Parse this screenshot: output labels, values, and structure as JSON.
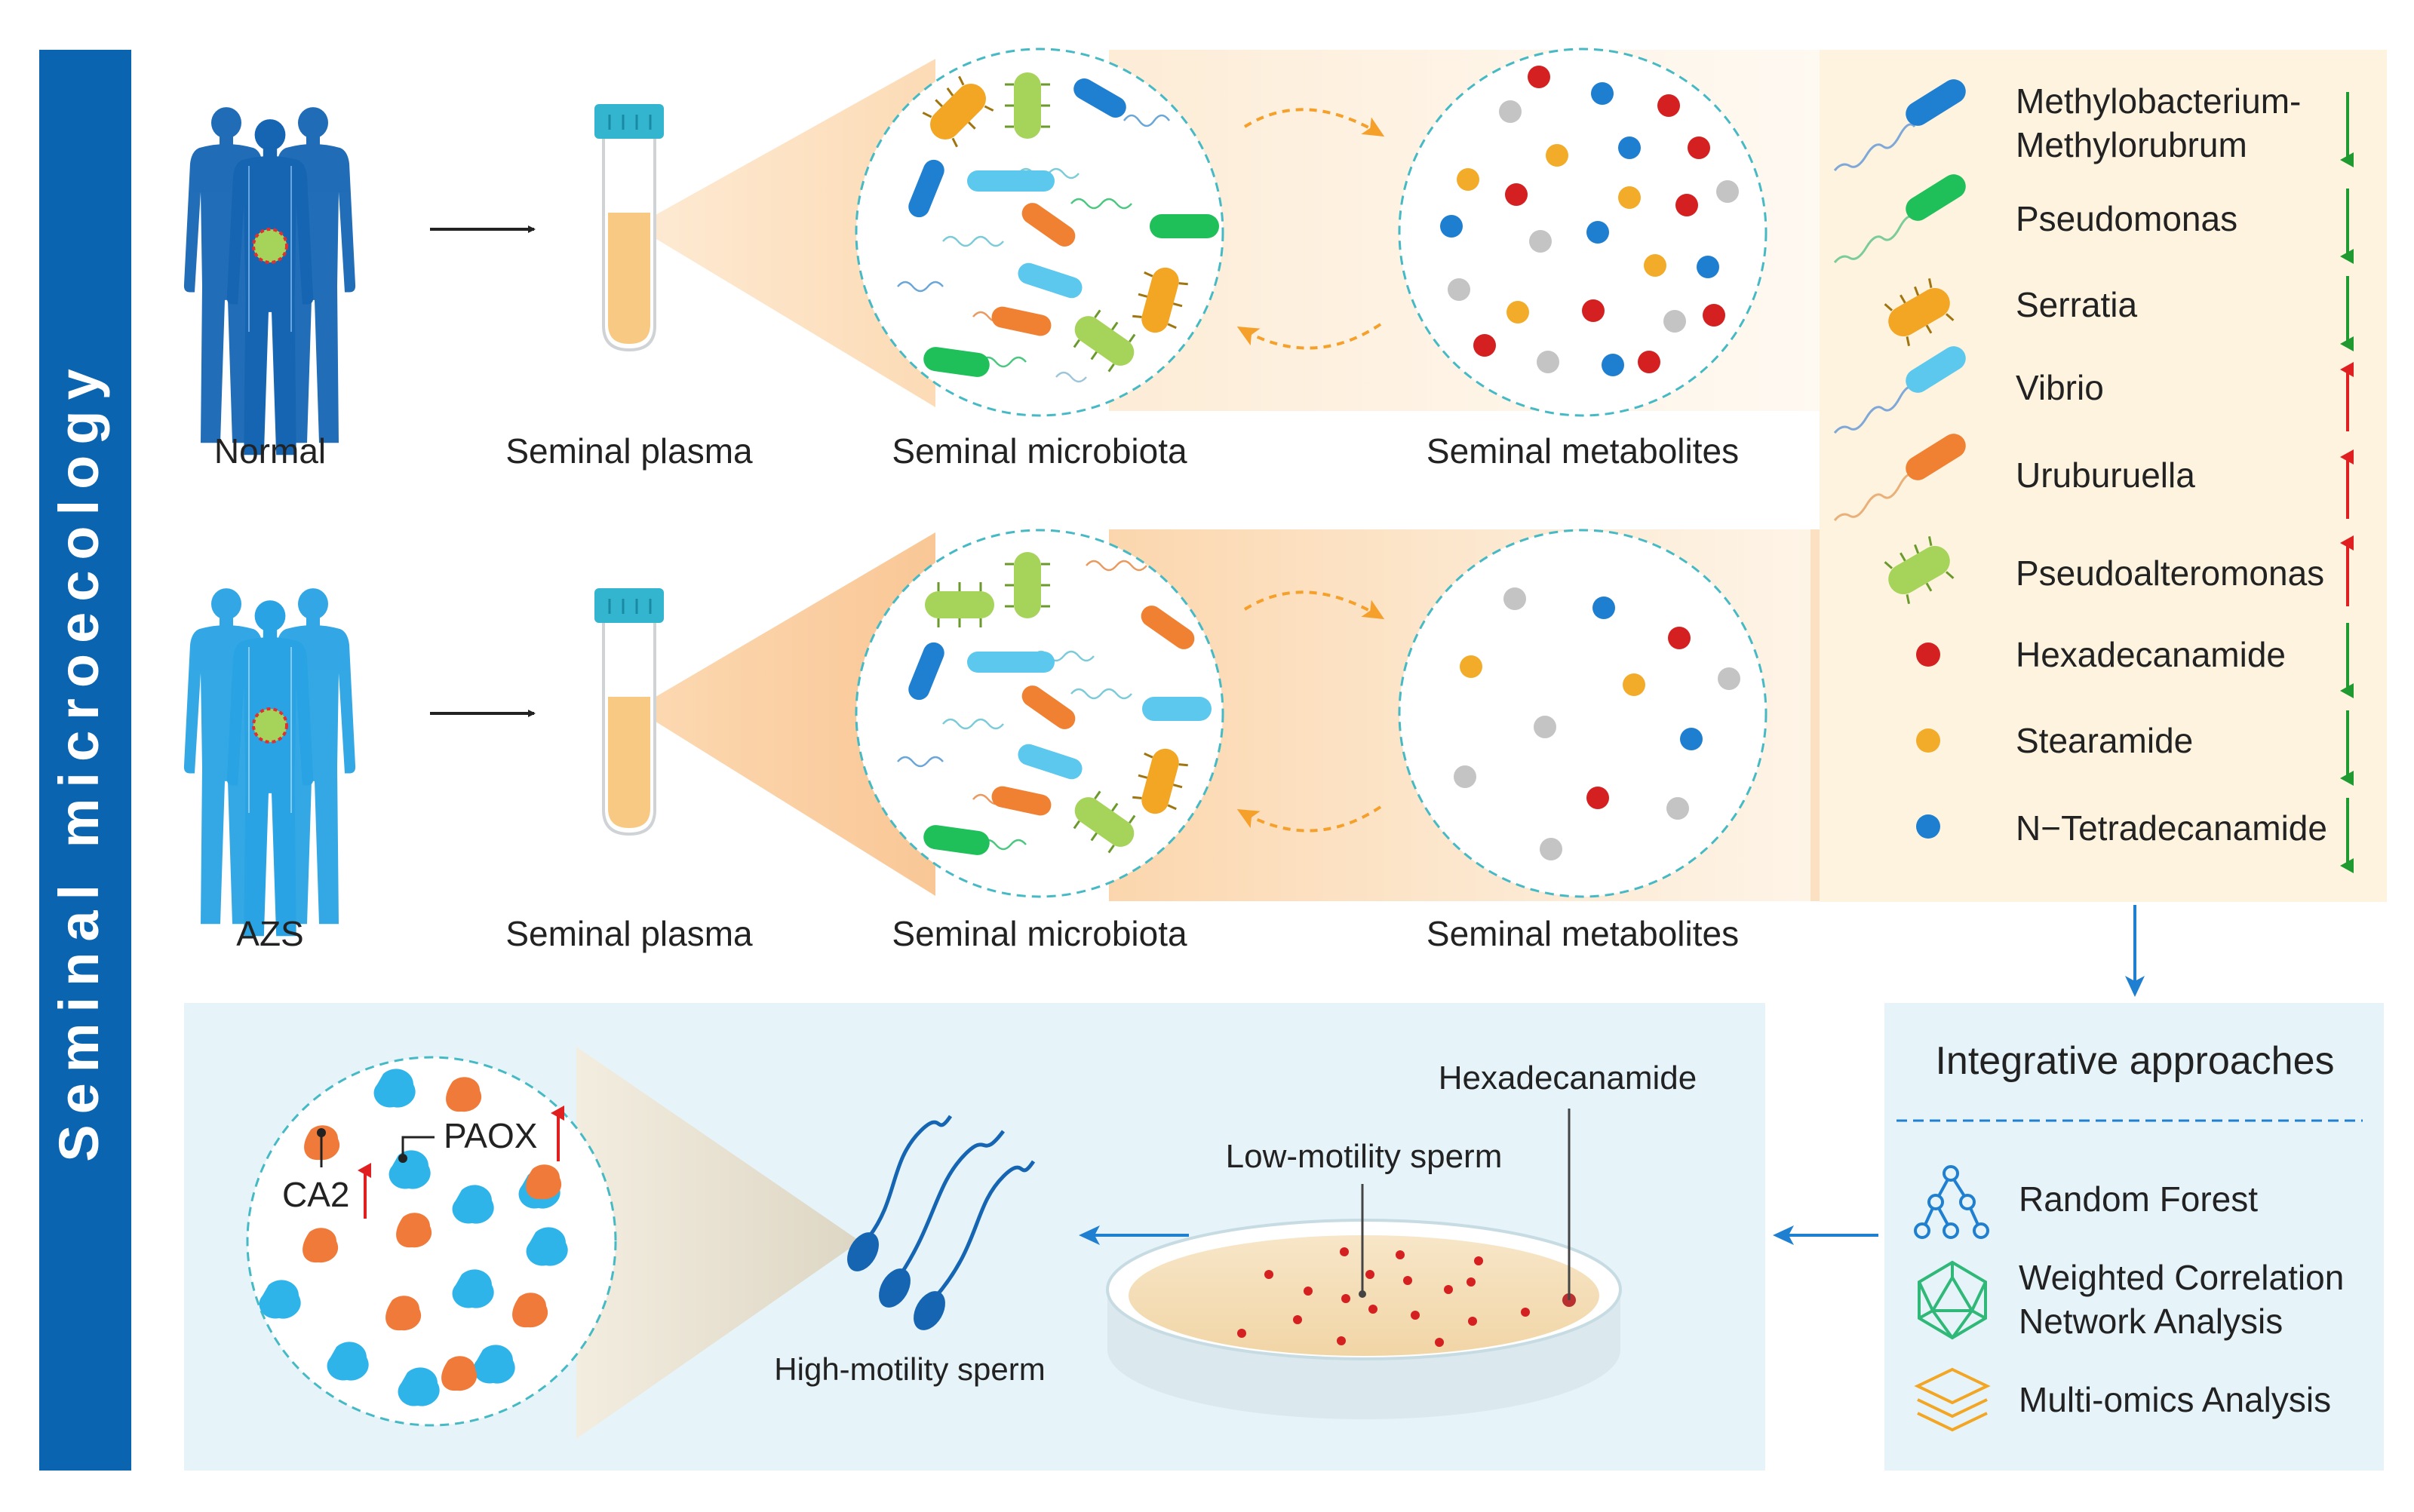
{
  "side_label": "Seminal microecology",
  "normal_row": {
    "group": "Normal",
    "plasma": "Seminal plasma",
    "microbiota": "Seminal microbiota",
    "metabolites": "Seminal metabolites"
  },
  "azs_row": {
    "group": "AZS",
    "plasma": "Seminal plasma",
    "microbiota": "Seminal microbiota",
    "metabolites": "Seminal metabolites"
  },
  "legend": {
    "items": [
      {
        "name_line1": "Methylobacterium-",
        "name_line2": "Methylorubrum",
        "trend": "down",
        "icon": "rod-bacterium-icon",
        "color": "#1f7fd0"
      },
      {
        "name_line1": "Pseudomonas",
        "name_line2": "",
        "trend": "down",
        "icon": "rod-bacterium-icon",
        "color": "#1fbf5a"
      },
      {
        "name_line1": "Serratia",
        "name_line2": "",
        "trend": "down",
        "icon": "spiky-bacterium-icon",
        "color": "#f2a623"
      },
      {
        "name_line1": "Vibrio",
        "name_line2": "",
        "trend": "up",
        "icon": "rod-bacterium-icon",
        "color": "#5cc8ee"
      },
      {
        "name_line1": "Uruburuella",
        "name_line2": "",
        "trend": "up",
        "icon": "rod-bacterium-icon",
        "color": "#f08032"
      },
      {
        "name_line1": "Pseudoalteromonas",
        "name_line2": "",
        "trend": "up",
        "icon": "spiky-bacterium-icon",
        "color": "#a6d45a"
      },
      {
        "name_line1": "Hexadecanamide",
        "name_line2": "",
        "trend": "down",
        "icon": "metabolite-dot-icon",
        "color": "#d42020"
      },
      {
        "name_line1": "Stearamide",
        "name_line2": "",
        "trend": "down",
        "icon": "metabolite-dot-icon",
        "color": "#f2ac2a"
      },
      {
        "name_line1": "N−Tetradecanamide",
        "name_line2": "",
        "trend": "down",
        "icon": "metabolite-dot-icon",
        "color": "#1e7fd0"
      }
    ]
  },
  "integrative": {
    "title": "Integrative approaches",
    "items": [
      {
        "label_line1": "Random Forest",
        "label_line2": "",
        "icon": "random-forest-icon"
      },
      {
        "label_line1": "Weighted Correlation",
        "label_line2": "Network Analysis",
        "icon": "network-icosahedron-icon"
      },
      {
        "label_line1": "Multi-omics Analysis",
        "label_line2": "",
        "icon": "layers-icon"
      }
    ]
  },
  "bottom": {
    "hexadecanamide": "Hexadecanamide",
    "low_motility": "Low-motility sperm",
    "high_motility": "High-motility sperm",
    "paox": "PAOX",
    "ca2": "CA2"
  },
  "colors": {
    "side_bar": "#0a64b0",
    "normal_body": "#1565b3",
    "azs_body": "#29a3e4",
    "up_arrow": "#e02020",
    "down_arrow": "#1e9a30",
    "flow_arrow": "#1f7fd0",
    "feedback_arrow": "#f5a02a",
    "legend_bg": "#fdf3df",
    "bottom_bg": "#e6f4fa"
  }
}
